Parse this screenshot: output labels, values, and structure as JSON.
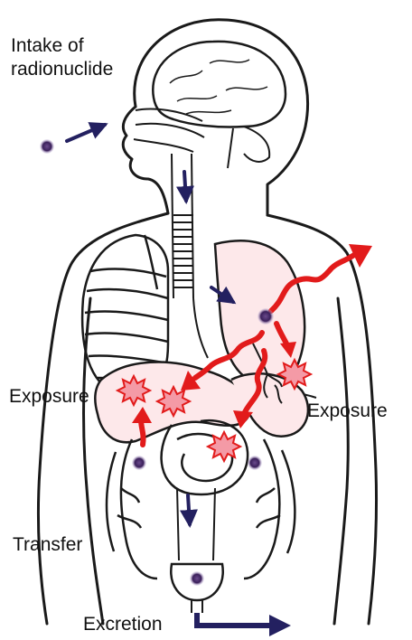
{
  "labels": {
    "intake_line1": "Intake of",
    "intake_line2": "radionuclide",
    "exposure_left": "Exposure",
    "exposure_right": "Exposure",
    "transfer": "Transfer",
    "excretion": "Excretion"
  },
  "colors": {
    "outline": "#1a1a1a",
    "organ_fill": "#fde8ea",
    "radiation": "#e21b1b",
    "burst": "#f49aa6",
    "flow_arrow": "#232060",
    "particle": "#4b2a6e"
  }
}
